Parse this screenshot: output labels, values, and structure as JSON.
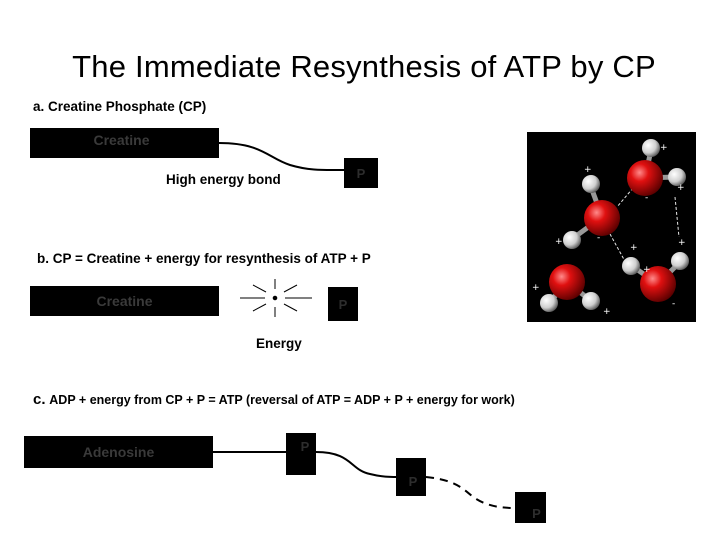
{
  "slide": {
    "title": "The Immediate Resynthesis of ATP by CP"
  },
  "section_a": {
    "label": "a. Creatine Phosphate (CP)",
    "creatine_box": "Creatine",
    "p_box": "P",
    "bond_caption": "High energy bond"
  },
  "section_b": {
    "label": "b. CP = Creatine + energy for resynthesis of ATP + P",
    "creatine_box": "Creatine",
    "p_box": "P",
    "energy_caption": "Energy"
  },
  "section_c": {
    "label_prefix": "c.",
    "label_text": "ADP + energy from CP + P = ATP (reversal of ATP = ADP + P + energy for work)",
    "adenosine_box": "Adenosine",
    "p1_box": "P",
    "p2_box": "P",
    "p3_box": "P"
  },
  "molecule_image": {
    "charge_labels": [
      "+",
      "+",
      "+",
      "+",
      "+",
      "+",
      "+",
      "+",
      "+",
      "-",
      "-",
      "-"
    ]
  }
}
